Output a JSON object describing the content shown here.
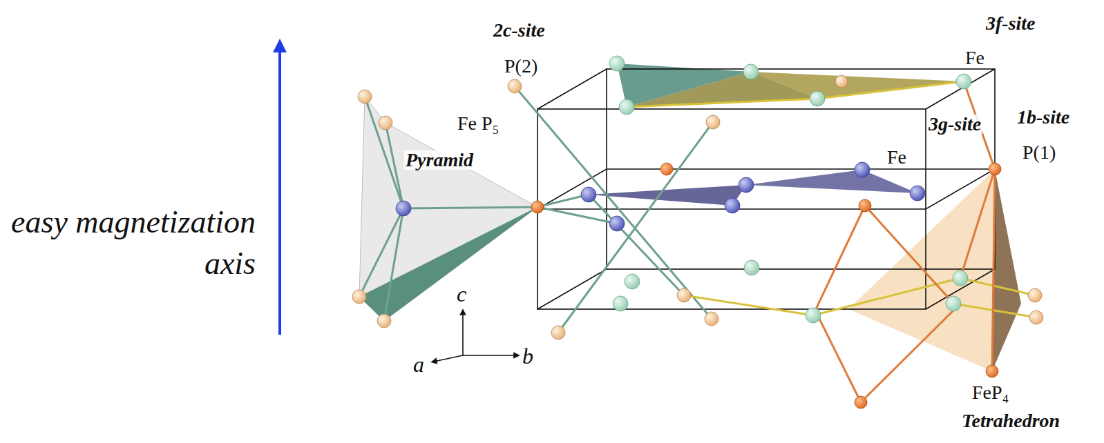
{
  "diagram": {
    "labels": [
      "easy magnetization axis",
      "2c-site",
      "P(2)",
      "Fe P₅",
      "Pyramid",
      "3f-site",
      "Fe",
      "3g-site",
      "Fe",
      "1b-site",
      "P(1)",
      "FeP₄",
      "Tetrahedron",
      "c",
      "a",
      "b"
    ]
  }
}
